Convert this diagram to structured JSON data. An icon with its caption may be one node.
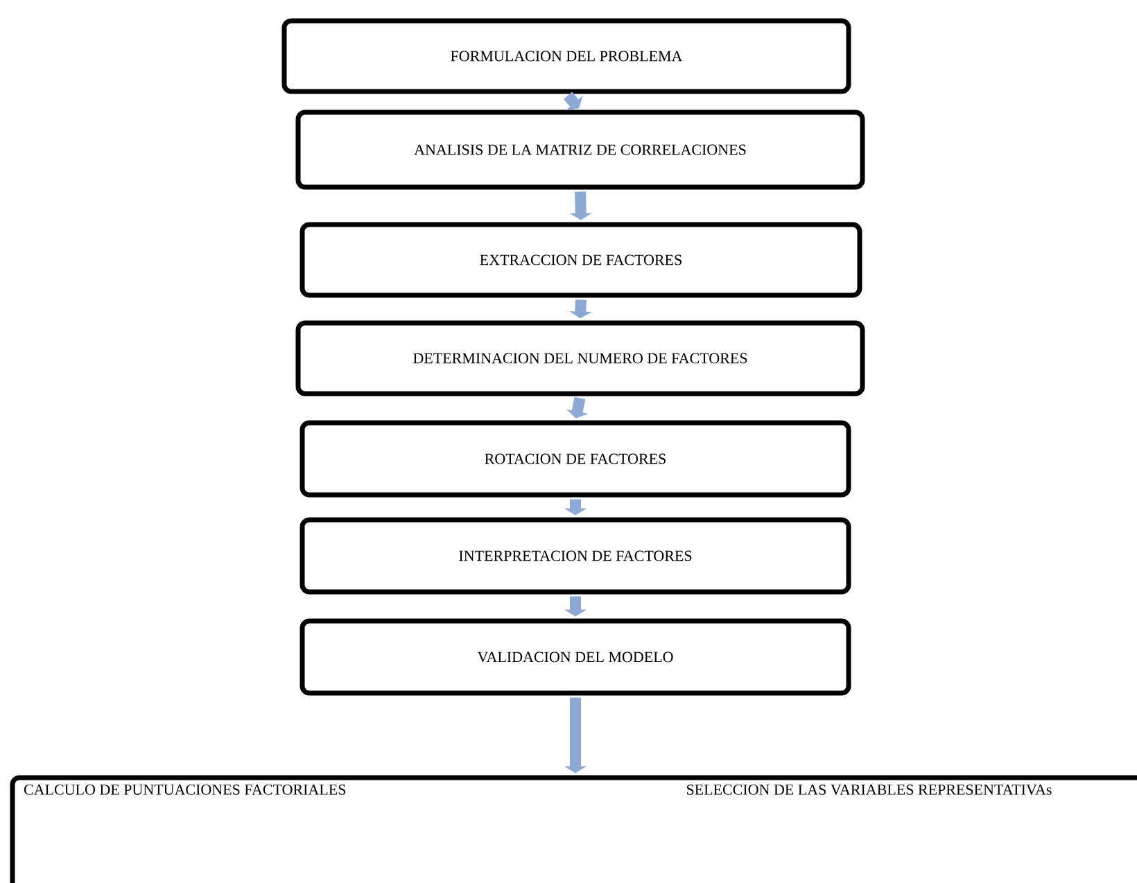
{
  "diagram": {
    "nodes": [
      {
        "text": [
          "FORMULACION DEL PROBLEMA"
        ]
      },
      {
        "text": [
          "ANALISIS DE LA MATRIZ DE CORRELACIONES"
        ]
      },
      {
        "text": [
          "EXTRACCION DE FACTORES"
        ]
      },
      {
        "text": [
          "DETERMINACION DEL NUMERO DE FACTORES"
        ]
      },
      {
        "text": [
          "ROTACION DE FACTORES"
        ]
      },
      {
        "text": [
          "INTERPRETACION DE  FACTORES"
        ]
      },
      {
        "text": [
          "VALIDACION DEL MODELO"
        ]
      },
      {
        "text": [
          "CALCULO DE PUNTUACIONES FACTORIALES",
          "SELECCION DE LAS VARIABLES REPRESENTATIVAs"
        ]
      }
    ],
    "edges": [
      {
        "from": 0,
        "to": 1,
        "arrow": "to"
      },
      {
        "from": 1,
        "to": 2,
        "arrow": "to"
      },
      {
        "from": 2,
        "to": 3,
        "arrow": "to"
      },
      {
        "from": 3,
        "to": 4,
        "arrow": "to"
      },
      {
        "from": 4,
        "to": 5,
        "arrow": "to"
      },
      {
        "from": 5,
        "to": 6,
        "arrow": "to"
      },
      {
        "from": 6,
        "to": 7,
        "arrow": "to"
      }
    ]
  }
}
